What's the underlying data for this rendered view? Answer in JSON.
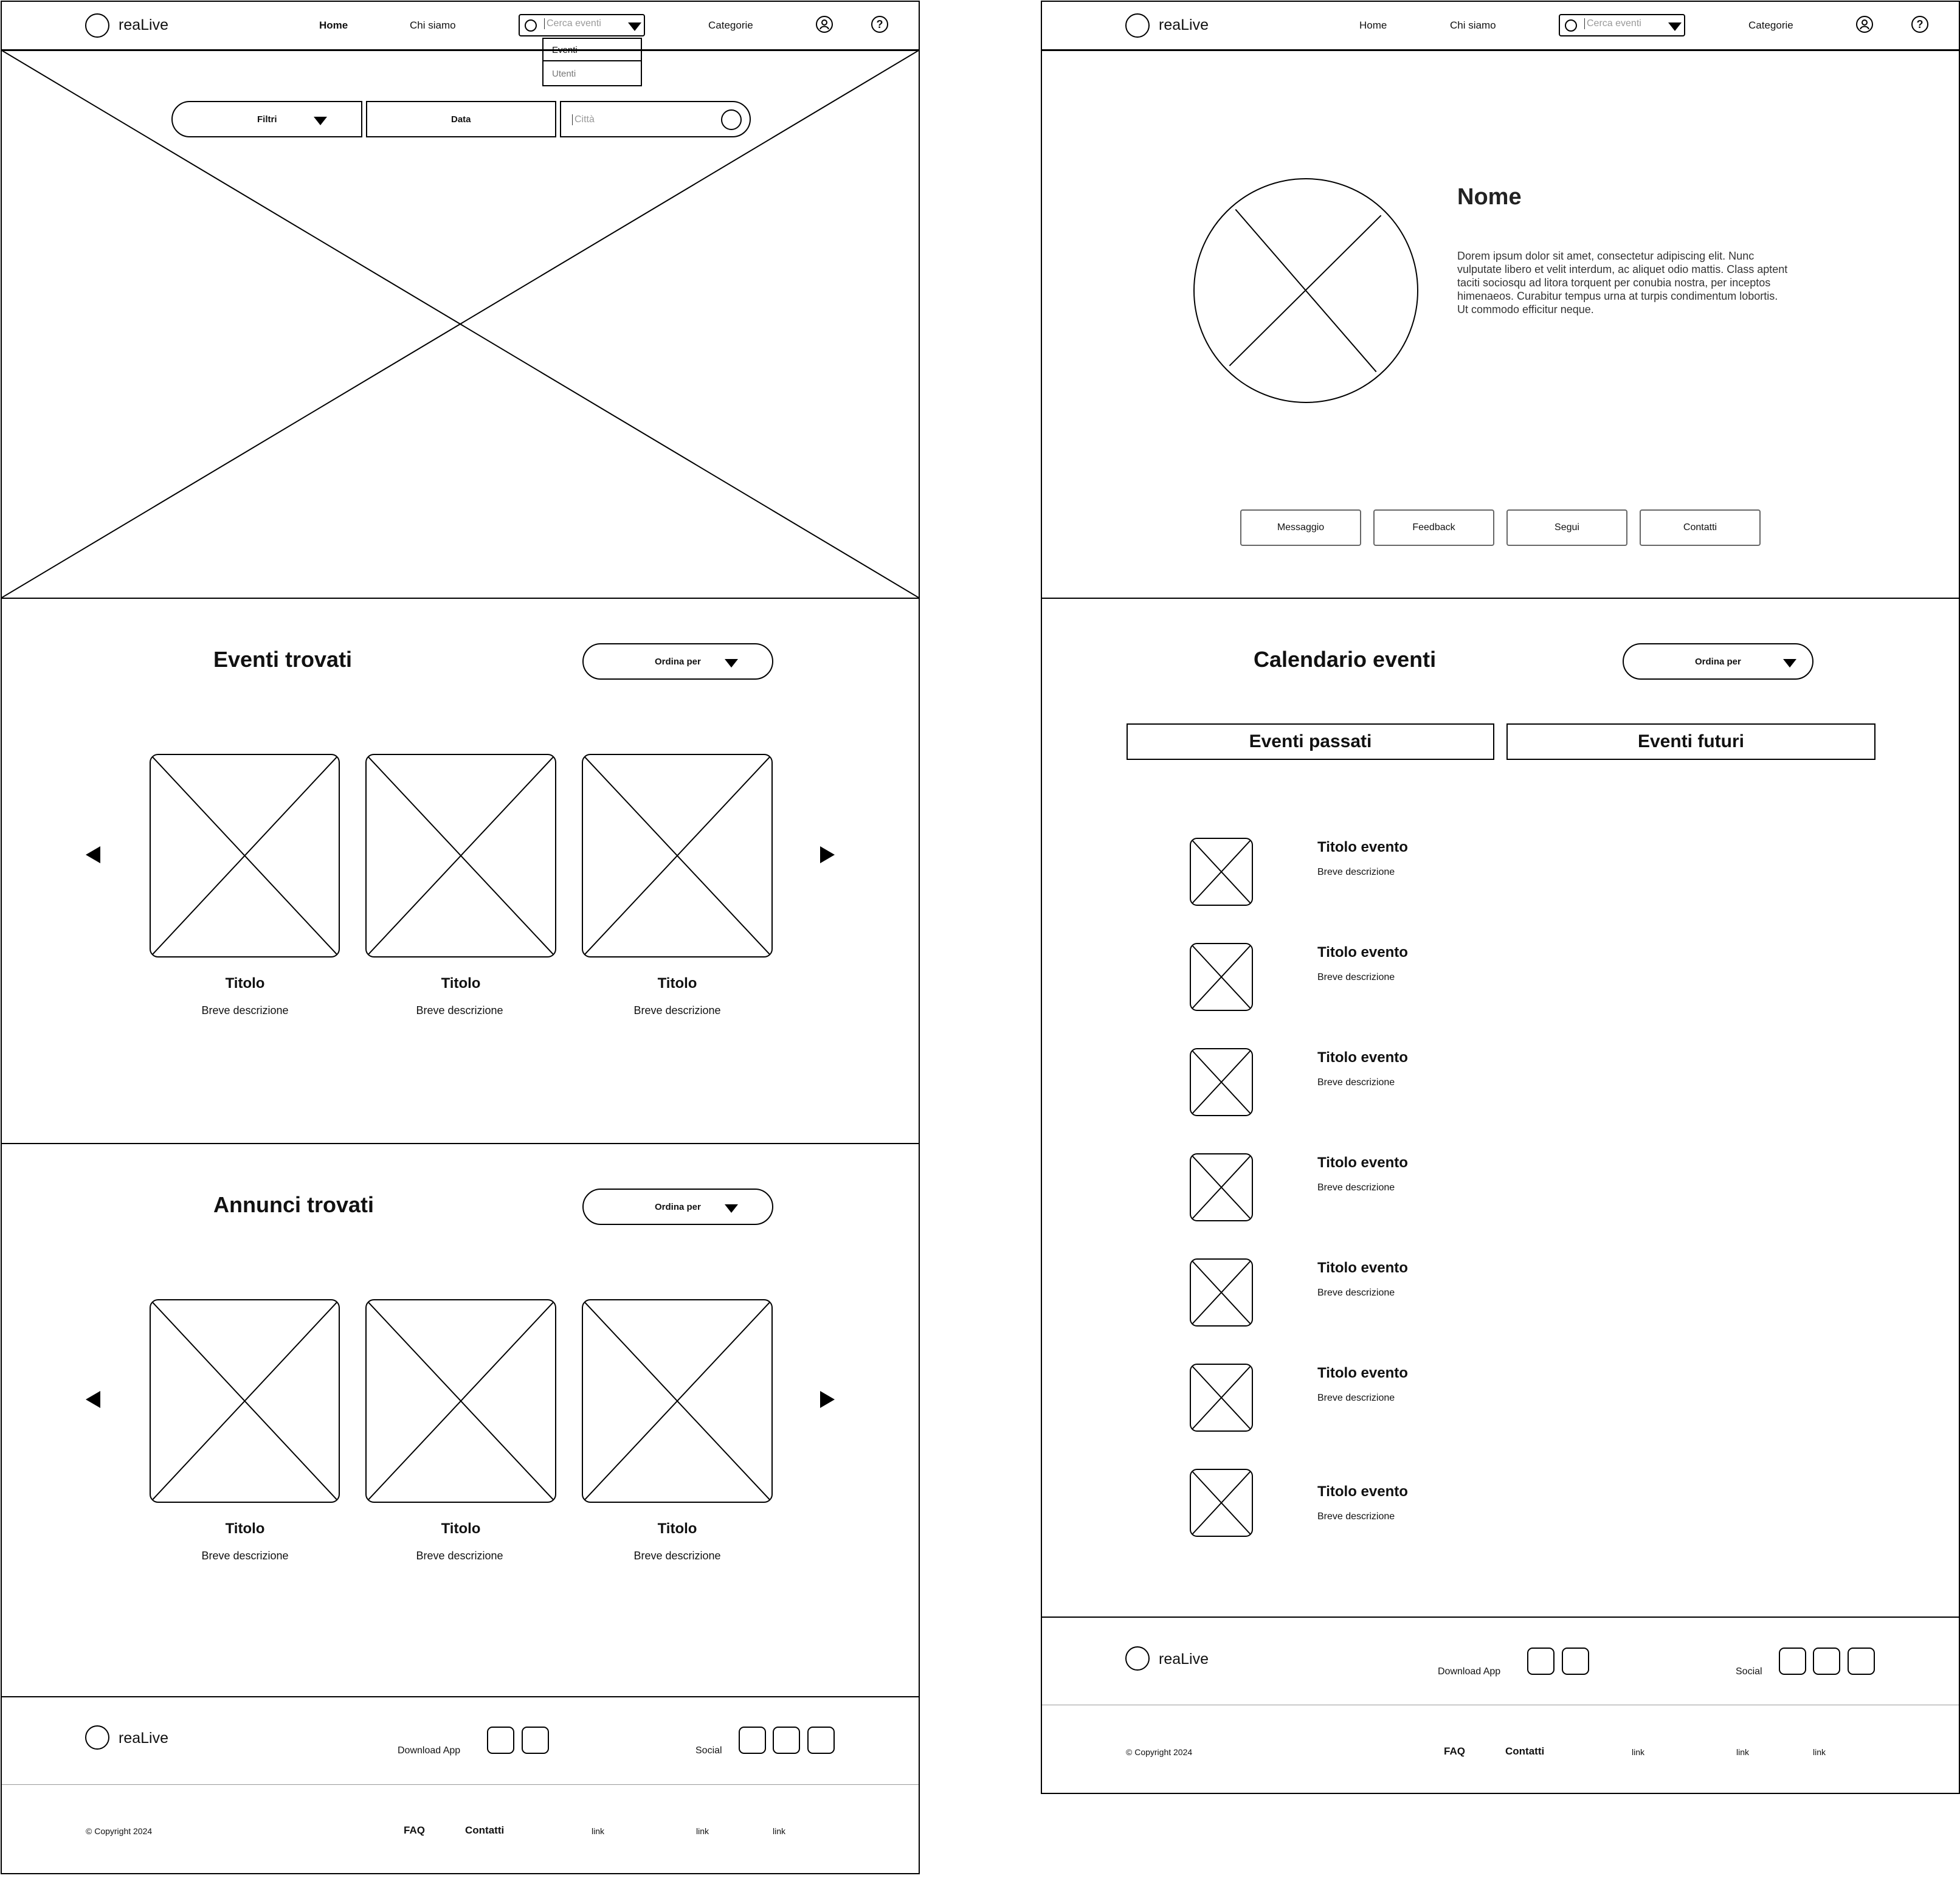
{
  "left_page": {
    "header": {
      "logo_text": "reaLive",
      "nav_home": "Home",
      "nav_about": "Chi siamo",
      "search_placeholder": "Cerca eventi",
      "search_icon": "search-icon",
      "nav_categories": "Categorie",
      "user_icon": "user-icon",
      "help_icon": "help-icon"
    },
    "search_dropdown": {
      "items": [
        "Eventi",
        "Utenti"
      ]
    },
    "hero": {
      "filters_label": "Filtri",
      "date_label": "Data",
      "city_placeholder": "Città"
    },
    "events_section": {
      "title": "Eventi trovati",
      "sort_label": "Ordina per",
      "cards": [
        {
          "title": "Titolo",
          "desc": "Breve descrizione"
        },
        {
          "title": "Titolo",
          "desc": "Breve descrizione"
        },
        {
          "title": "Titolo",
          "desc": "Breve descrizione"
        }
      ]
    },
    "ads_section": {
      "title": "Annunci trovati",
      "sort_label": "Ordina per",
      "cards": [
        {
          "title": "Titolo",
          "desc": "Breve descrizione"
        },
        {
          "title": "Titolo",
          "desc": "Breve descrizione"
        },
        {
          "title": "Titolo",
          "desc": "Breve descrizione"
        }
      ]
    },
    "footer": {
      "logo_text": "reaLive",
      "download_label": "Download App",
      "social_label": "Social",
      "copyright": "© Copyright 2024",
      "faq": "FAQ",
      "contacts": "Contatti",
      "links": [
        "link",
        "link",
        "link"
      ]
    }
  },
  "right_page": {
    "header": {
      "logo_text": "reaLive",
      "nav_home": "Home",
      "nav_about": "Chi siamo",
      "search_placeholder": "Cerca eventi",
      "nav_categories": "Categorie"
    },
    "profile": {
      "name": "Nome",
      "bio": "Dorem ipsum dolor sit amet, consectetur adipiscing elit. Nunc vulputate libero et velit interdum, ac aliquet odio mattis. Class aptent taciti sociosqu ad litora torquent per conubia nostra, per inceptos himenaeos. Curabitur tempus urna at turpis condimentum lobortis. Ut commodo efficitur neque.",
      "buttons": [
        "Messaggio",
        "Feedback",
        "Segui",
        "Contatti"
      ]
    },
    "calendar": {
      "title": "Calendario eventi",
      "sort_label": "Ordina per",
      "tab_past": "Eventi passati",
      "tab_future": "Eventi futuri",
      "events": [
        {
          "title": "Titolo evento",
          "desc": "Breve descrizione"
        },
        {
          "title": "Titolo evento",
          "desc": "Breve descrizione"
        },
        {
          "title": "Titolo evento",
          "desc": "Breve descrizione"
        },
        {
          "title": "Titolo evento",
          "desc": "Breve descrizione"
        },
        {
          "title": "Titolo evento",
          "desc": "Breve descrizione"
        },
        {
          "title": "Titolo evento",
          "desc": "Breve descrizione"
        },
        {
          "title": "Titolo evento",
          "desc": "Breve descrizione"
        }
      ]
    },
    "footer": {
      "logo_text": "reaLive",
      "download_label": "Download App",
      "social_label": "Social",
      "copyright": "© Copyright 2024",
      "faq": "FAQ",
      "contacts": "Contatti",
      "links": [
        "link",
        "link",
        "link"
      ]
    }
  }
}
